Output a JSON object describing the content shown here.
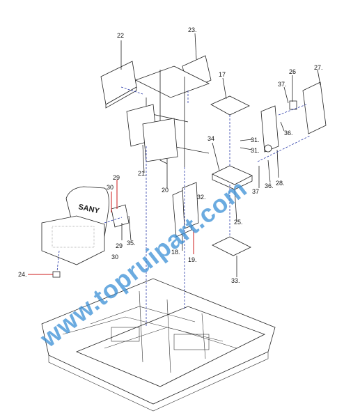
{
  "brand_text": "SANY",
  "watermark": "www.topruipart.com",
  "callouts": [
    {
      "id": "c22",
      "text": "22"
    },
    {
      "id": "c23",
      "text": "23."
    },
    {
      "id": "c17",
      "text": "17"
    },
    {
      "id": "c26",
      "text": "26"
    },
    {
      "id": "c27",
      "text": "27."
    },
    {
      "id": "c37a",
      "text": "37."
    },
    {
      "id": "c36a",
      "text": "36."
    },
    {
      "id": "c34",
      "text": "34"
    },
    {
      "id": "c31a",
      "text": "31."
    },
    {
      "id": "c31b",
      "text": "31."
    },
    {
      "id": "c21",
      "text": "21."
    },
    {
      "id": "c20",
      "text": "20"
    },
    {
      "id": "c37b",
      "text": "37"
    },
    {
      "id": "c36b",
      "text": "36."
    },
    {
      "id": "c28",
      "text": "28."
    },
    {
      "id": "c29a",
      "text": "29"
    },
    {
      "id": "c30a",
      "text": "30"
    },
    {
      "id": "c32",
      "text": "32."
    },
    {
      "id": "c25",
      "text": "25."
    },
    {
      "id": "c35",
      "text": "35."
    },
    {
      "id": "c29b",
      "text": "29"
    },
    {
      "id": "c30b",
      "text": "30"
    },
    {
      "id": "c18",
      "text": "18."
    },
    {
      "id": "c19",
      "text": "19."
    },
    {
      "id": "c24",
      "text": "24."
    },
    {
      "id": "c33",
      "text": "33."
    }
  ]
}
